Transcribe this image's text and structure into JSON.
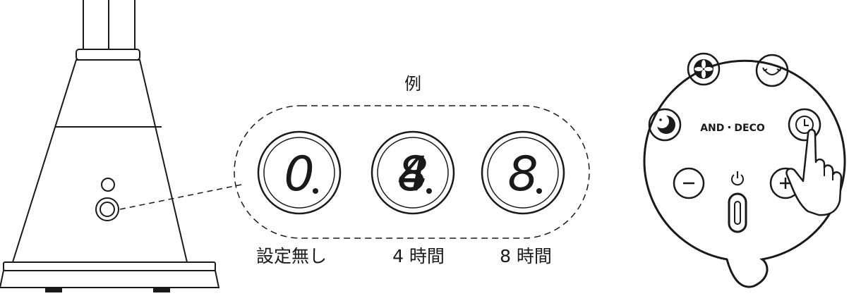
{
  "example_label": "例",
  "brand_label": "AND・DECO",
  "displays": [
    {
      "digit": "0",
      "caption": "設定無し"
    },
    {
      "digit": "4",
      "caption": "4 時間"
    },
    {
      "digit": "8",
      "caption": "8 時間"
    }
  ],
  "icons": {
    "fan_base_buttons": [
      "indicator-ring-icon",
      "timer-button-icon"
    ],
    "remote_buttons": [
      "fan-mode-icon",
      "swing-icon",
      "sleep-mode-icon",
      "timer-icon",
      "minus-icon",
      "plus-icon",
      "power-icon",
      "pointing-hand-icon"
    ]
  },
  "colors": {
    "stroke": "#1a1a1a",
    "ghost_segment": "#e6e6e6"
  }
}
